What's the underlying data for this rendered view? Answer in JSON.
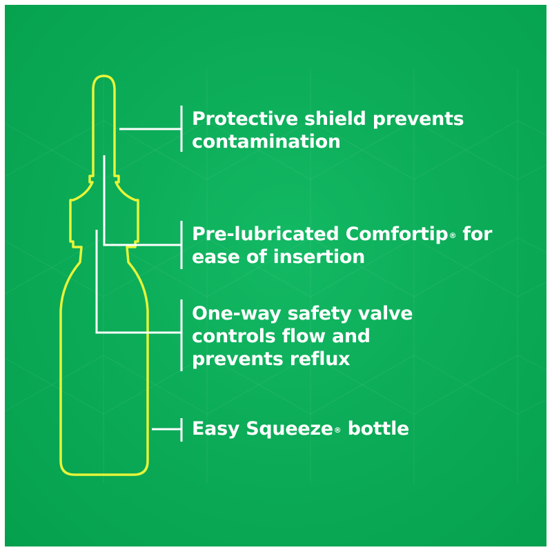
{
  "colors": {
    "background_center": "#13b964",
    "background_edge": "#05a04e",
    "bottle_outline": "#e6f53a",
    "callout_lines": "#ffffff",
    "text": "#ffffff"
  },
  "illustration": {
    "icon": "bottle-outline-icon"
  },
  "callouts": [
    {
      "line1": "Protective shield prevents",
      "line2": "contamination"
    },
    {
      "line1_a": "Pre-lubricated Comfortip",
      "line1_reg": "®",
      "line1_b": " for",
      "line2": "ease of insertion"
    },
    {
      "line1": "One-way safety valve",
      "line2": "controls flow and",
      "line3": "prevents reflux"
    },
    {
      "line1_a": "Easy Squeeze",
      "line1_reg": "®",
      "line1_b": " bottle"
    }
  ]
}
